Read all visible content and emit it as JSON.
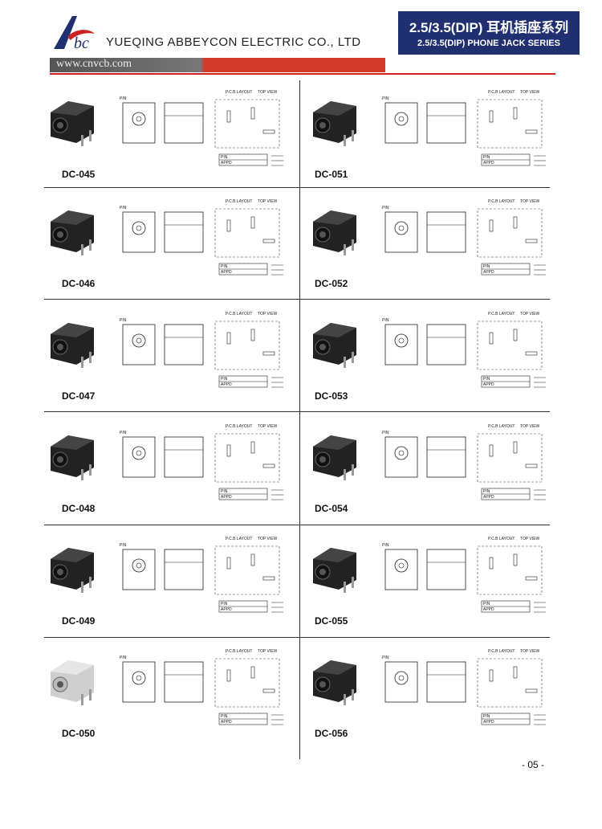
{
  "header": {
    "company": "YUEQING ABBEYCON ELECTRIC CO., LTD",
    "website": "www.cnvcb.com",
    "title_cn": "2.5/3.5(DIP) 耳机插座系列",
    "title_en": "2.5/3.5(DIP) PHONE JACK SERIES"
  },
  "products": [
    {
      "model": "DC-045"
    },
    {
      "model": "DC-051"
    },
    {
      "model": "DC-046"
    },
    {
      "model": "DC-052"
    },
    {
      "model": "DC-047"
    },
    {
      "model": "DC-053"
    },
    {
      "model": "DC-048"
    },
    {
      "model": "DC-054"
    },
    {
      "model": "DC-049"
    },
    {
      "model": "DC-055"
    },
    {
      "model": "DC-050"
    },
    {
      "model": "DC-056"
    }
  ],
  "drawing_text": {
    "pcb_layout": "P.C.B LAYOUT",
    "top_view": "TOP VIEW",
    "pin": "PIN",
    "appd": "APPD"
  },
  "page_number": "- 05 -"
}
